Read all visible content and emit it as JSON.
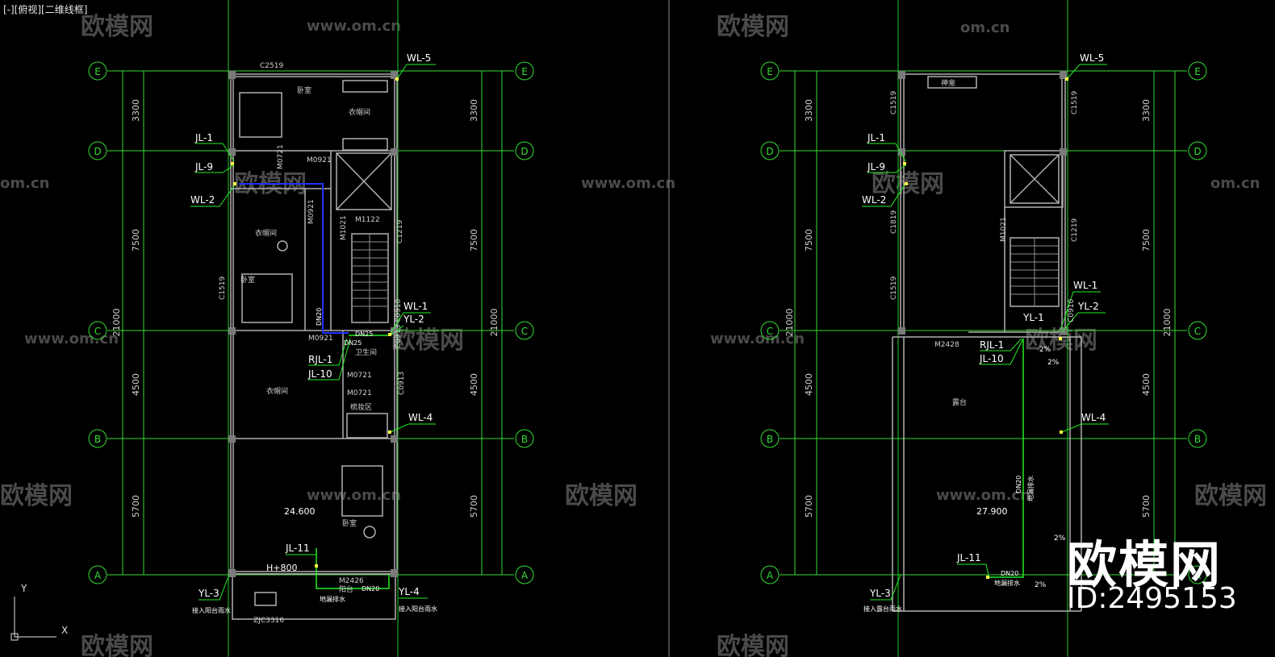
{
  "viewport": {
    "label": "[-][俯视][二维线框]"
  },
  "colors": {
    "background": "#000000",
    "grid_line": "#33dd33",
    "axis_bubble": "#33dd33",
    "wall": "#b0b0b0",
    "wall_fill": "#7a7a7a",
    "pipe_blue": "#2233ff",
    "pipe_green": "#22ee22",
    "label": "#ffffff",
    "dim_text": "#d0d0d0",
    "watermark": "#555555"
  },
  "watermark": {
    "brand": "欧模网",
    "url": "www.om.cn",
    "url_short": "om.cn",
    "big_brand": "欧模网",
    "id": "ID:2495153"
  },
  "axes": [
    "A",
    "B",
    "C",
    "D",
    "E"
  ],
  "dimensions": {
    "seg_ed": "3300",
    "seg_dc": "7500",
    "seg_cb": "4500",
    "seg_ba": "5700",
    "total": "21000"
  },
  "left_plan": {
    "pipes": {
      "wl5": "WL-5",
      "jl1": "JL-1",
      "jl9": "JL-9",
      "wl2": "WL-2",
      "wl1": "WL-1",
      "yl2": "YL-2",
      "rjl1": "RJL-1",
      "jl10": "JL-10",
      "wl4": "WL-4",
      "jl11": "JL-11",
      "yl3": "YL-3",
      "yl4": "YL-4"
    },
    "texts": {
      "c2519": "C2519",
      "bedroom1": "卧室",
      "closet1": "衣帽间",
      "m0921a": "M0921",
      "m0721a": "M0721",
      "m0921b": "M0921",
      "m1122": "M1122",
      "c1219": "C1219",
      "m1021": "M1021",
      "closet2": "衣帽间",
      "bedroom2": "卧室",
      "c1519": "C1519",
      "m0921c": "M0921",
      "dn25a": "DN25",
      "dn25b": "DN25",
      "bath": "卫生间",
      "c0913a": "C0913",
      "m0721b": "M0721",
      "closet3": "衣帽间",
      "c0913b": "C0913",
      "m0721c": "M0721",
      "dressing": "梳妆区",
      "bedroom3": "卧室",
      "elev": "24.600",
      "h800": "H+800",
      "m2426": "M2426",
      "balcony": "阳台",
      "dn20": "DN20",
      "floor_drain": "地漏排水",
      "zjc": "ZJC3316",
      "to_rain_l": "接入阳台雨水",
      "to_rain_r": "接入阳台雨水",
      "dn20v": "DN20",
      "c0910": "C0910"
    }
  },
  "right_plan": {
    "pipes": {
      "wl5": "WL-5",
      "jl1": "JL-1",
      "jl9": "JL-9",
      "wl2": "WL-2",
      "wl1": "WL-1",
      "yl2": "YL-2",
      "yl1": "YL-1",
      "rjl1": "RJL-1",
      "jl10": "JL-10",
      "wl4": "WL-4",
      "jl11": "JL-11",
      "yl3": "YL-3"
    },
    "texts": {
      "shaft": "神龛",
      "c1519a": "C1519",
      "c1519b": "C1519",
      "c1819": "C1819",
      "c1219": "C1219",
      "m1021": "M1021",
      "c1519c": "C1519",
      "m2428": "M2428",
      "terrace": "露台",
      "slope1": "2%",
      "slope2": "2%",
      "slope3": "2%",
      "slope4": "2%",
      "elev": "27.900",
      "dn20": "DN20",
      "floor_drain": "地漏排水",
      "to_rain": "接入露台雨水",
      "c0910": "C0910",
      "dn20v": "DN20",
      "drain_v": "地漏排水"
    }
  }
}
